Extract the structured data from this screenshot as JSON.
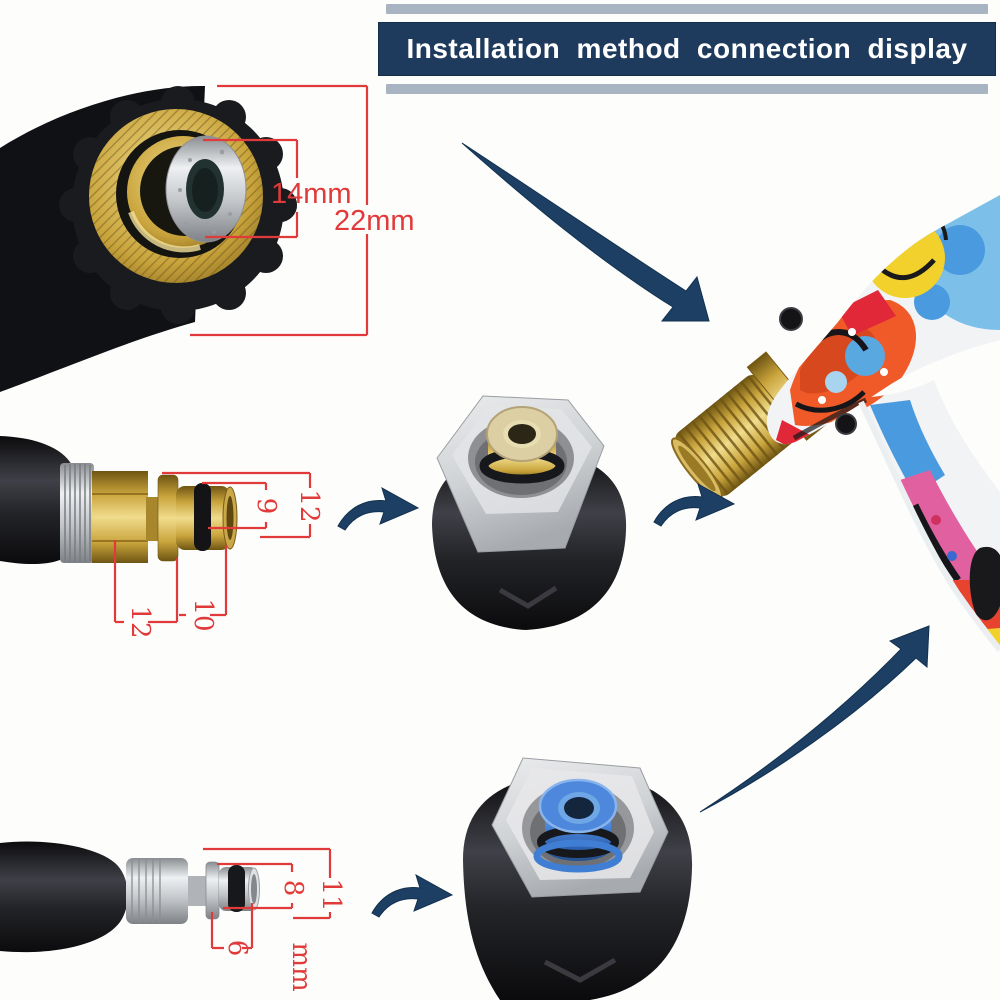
{
  "banner": {
    "title": "Installation method connection display"
  },
  "colors": {
    "banner-navy": "#1e3a5c",
    "stripe-gray": "#a9b4c2",
    "arrow-navy": "#1c3f63",
    "dim-red": "#e13a3a",
    "brass": "#c9a43c",
    "chrome": "#c6cacd",
    "rubber-black": "#17181b",
    "hex-gray": "#d3d5d8",
    "insert-blue": "#3f7ed2"
  },
  "measurements": {
    "hose_connector": {
      "inner": "14mm",
      "outer": "22mm"
    },
    "wand_plug_top": {
      "tip": "9",
      "outer": "12",
      "tail": "12",
      "mid": "10"
    },
    "wand_plug_bottom": {
      "tip": "8",
      "outer": "11",
      "groove": "6",
      "unit": "mm"
    }
  }
}
